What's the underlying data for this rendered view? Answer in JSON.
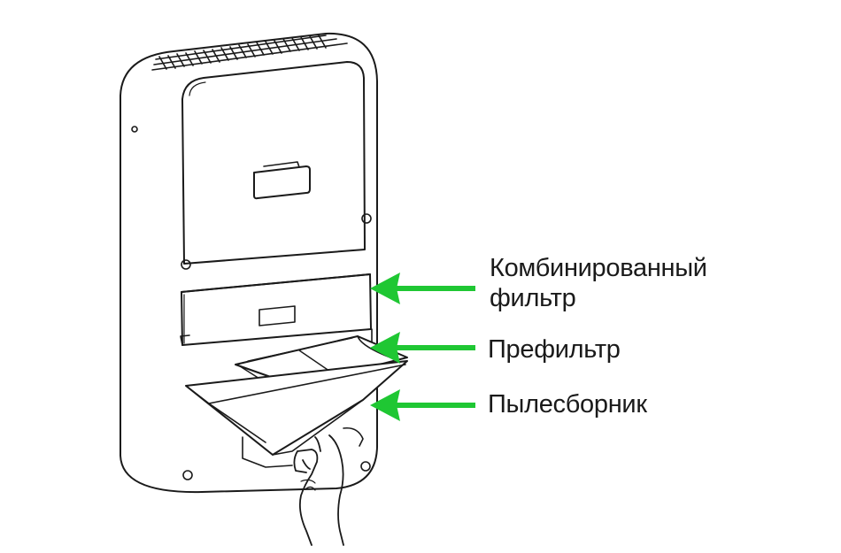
{
  "labels": {
    "combined_filter_line1": "Комбинированный",
    "combined_filter_line2": "фильтр",
    "prefilter": "Префильтр",
    "dust_collector": "Пылесборник"
  },
  "colors": {
    "arrow": "#1fc733",
    "line": "#1a1a1a",
    "background": "#ffffff"
  }
}
